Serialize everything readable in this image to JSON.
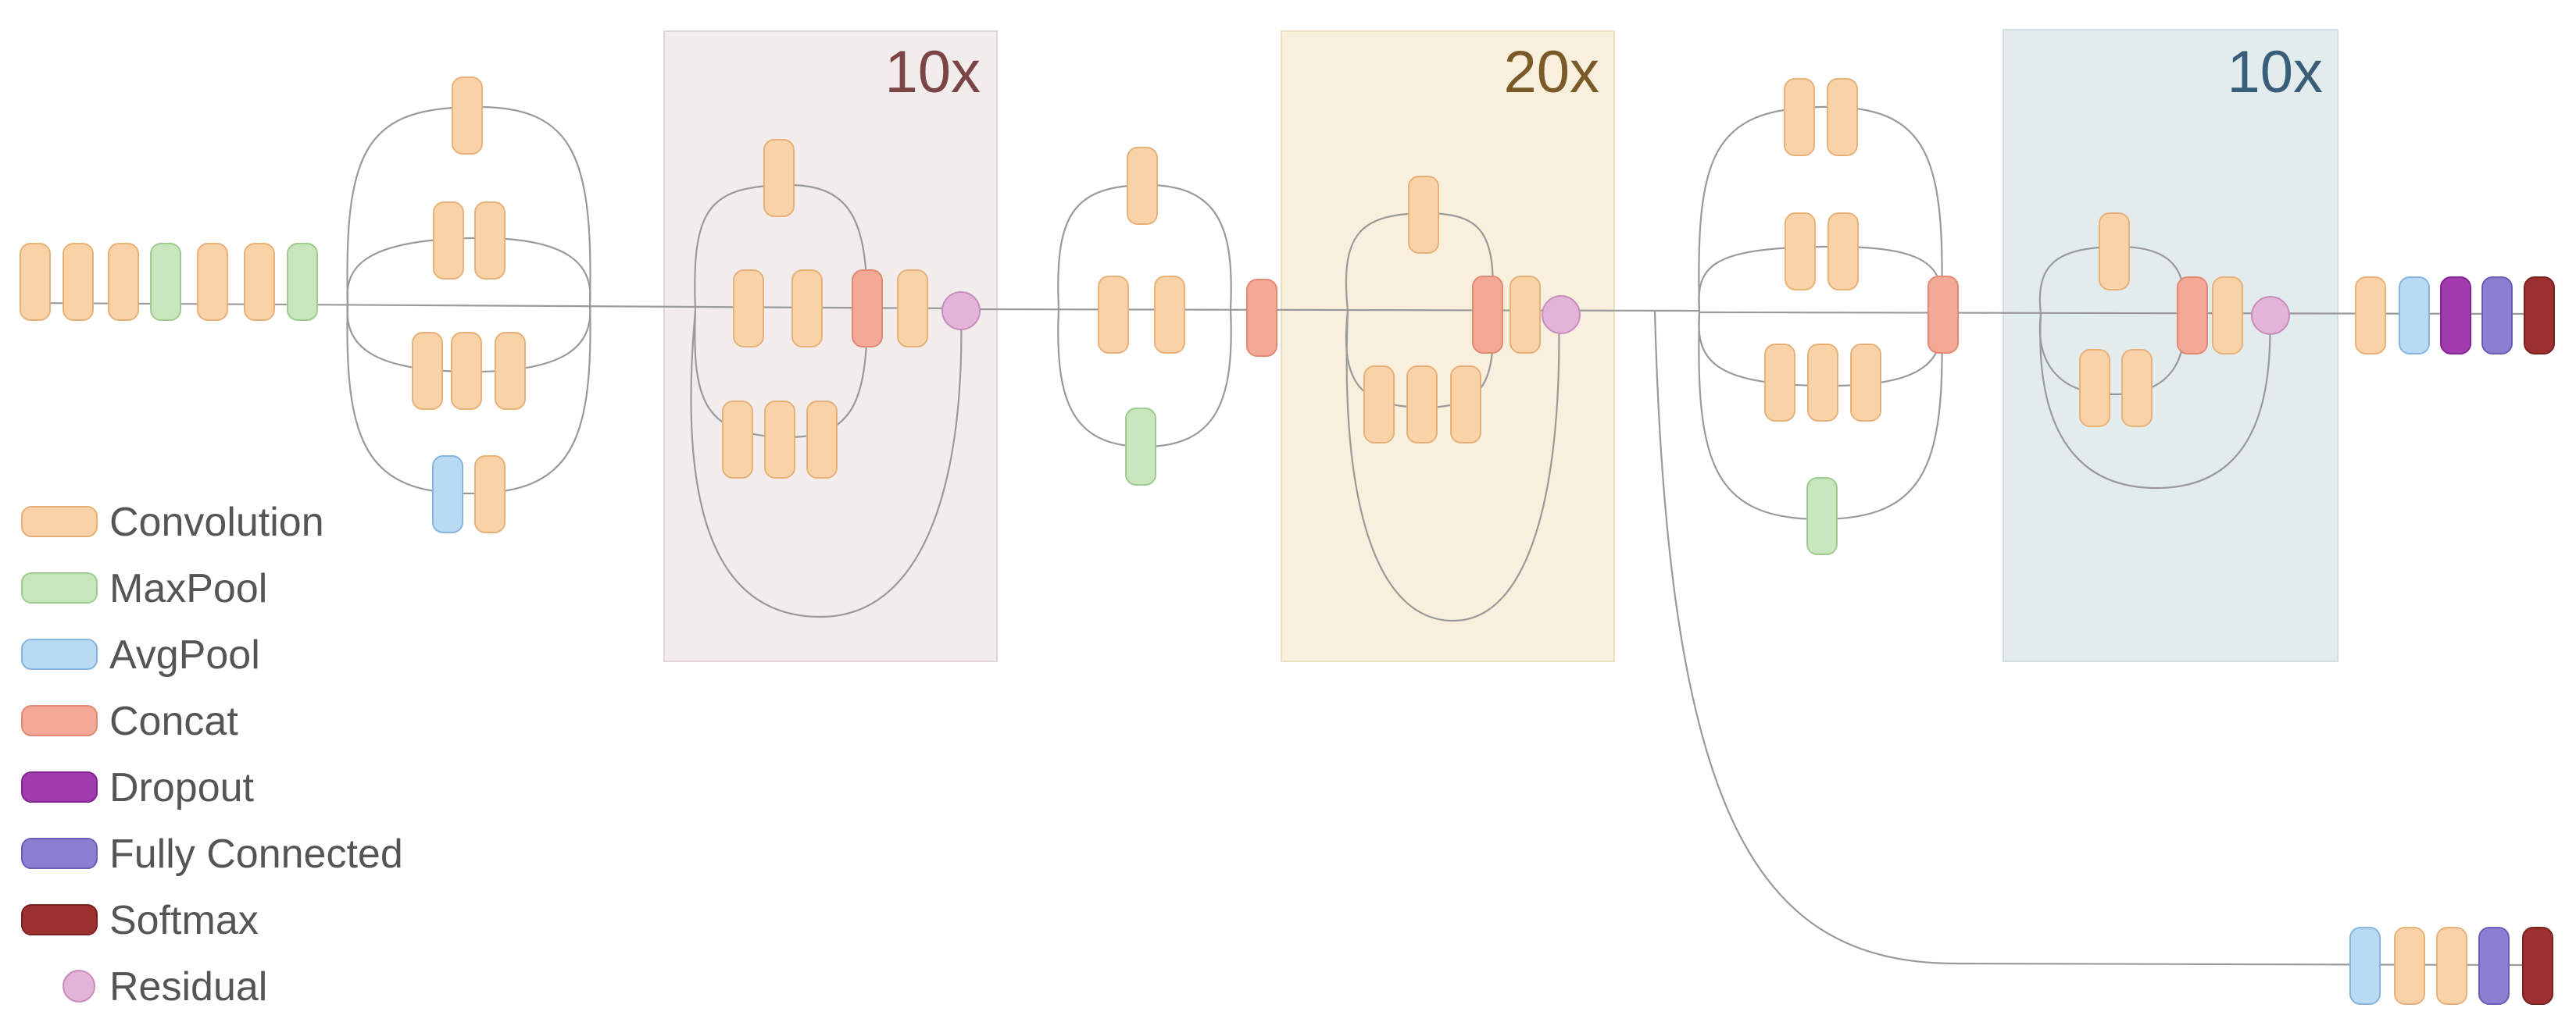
{
  "colors": {
    "conv": "#f9d3a7",
    "maxpool": "#c8e6bd",
    "avgpool": "#b9daf3",
    "concat": "#f4a997",
    "dropout": "#a23bb0",
    "fc": "#8a7fd0",
    "softmax": "#9c3030",
    "residual": "#e3b4d8",
    "block_a_fill": "#f2ecec",
    "block_a_text": "#7b4545",
    "block_b_fill": "#f8efdd",
    "block_b_text": "#7b5a2a",
    "block_c_fill": "#e3ecec",
    "block_c_text": "#3a5e78"
  },
  "blocks": [
    {
      "id": "block-a",
      "repeat_label": "10x",
      "fill": "block_a_fill",
      "text": "block_a_text"
    },
    {
      "id": "block-b",
      "repeat_label": "20x",
      "fill": "block_b_fill",
      "text": "block_b_text"
    },
    {
      "id": "block-c",
      "repeat_label": "10x",
      "fill": "block_c_fill",
      "text": "block_c_text"
    }
  ],
  "legend": [
    {
      "label": "Convolution",
      "type": "conv"
    },
    {
      "label": "MaxPool",
      "type": "maxpool"
    },
    {
      "label": "AvgPool",
      "type": "avgpool"
    },
    {
      "label": "Concat",
      "type": "concat"
    },
    {
      "label": "Dropout",
      "type": "dropout"
    },
    {
      "label": "Fully Connected",
      "type": "fc"
    },
    {
      "label": "Softmax",
      "type": "softmax"
    },
    {
      "label": "Residual",
      "type": "residual"
    }
  ]
}
